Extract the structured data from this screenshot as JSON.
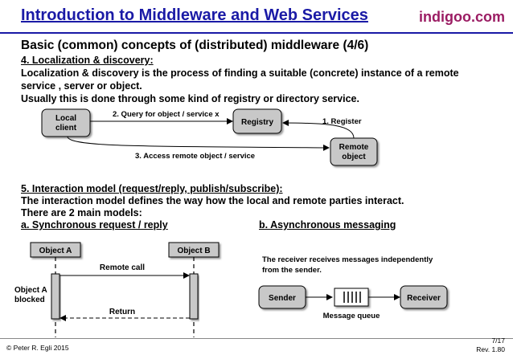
{
  "header": {
    "title": "Introduction to Middleware and Web Services",
    "brand": "indigoo.com",
    "heading": "Basic (common) concepts of (distributed) middleware (4/6)"
  },
  "section4": {
    "title": "4. Localization & discovery:",
    "line1": "Localization & discovery is the process of finding a suitable (concrete) instance of a remote",
    "line2": "service , server or object.",
    "line3": "Usually this is done through some kind of registry or directory service."
  },
  "diagram1": {
    "local_client_line1": "Local",
    "local_client_line2": "client",
    "registry": "Registry",
    "remote_object_line1": "Remote",
    "remote_object_line2": "object",
    "arrow_query": "2. Query for object / service x",
    "arrow_register": "1. Register",
    "arrow_access": "3. Access remote object / service"
  },
  "section5": {
    "title": "5. Interaction model (request/reply, publish/subscribe):",
    "line1": "The interaction model defines the way how the local and remote parties interact.",
    "line2": "There are 2 main models:",
    "sync_title": "a. Synchronous request / reply",
    "async_title": "b. Asynchronous messaging"
  },
  "sync_diagram": {
    "object_a": "Object A",
    "object_b": "Object B",
    "remote_call": "Remote call",
    "return": "Return",
    "blocked_line1": "Object A",
    "blocked_line2": "blocked"
  },
  "async_diagram": {
    "desc_line1": "The receiver receives messages independently",
    "desc_line2": "from the sender.",
    "sender": "Sender",
    "receiver": "Receiver",
    "queue": "Message queue"
  },
  "footer": {
    "copyright": "© Peter R. Egli 2015",
    "page": "7/17",
    "rev": "Rev. 1.80"
  },
  "colors": {
    "title": "#1a1aa6",
    "brand": "#9b1c63",
    "box_fill": "#c8c8c8"
  }
}
